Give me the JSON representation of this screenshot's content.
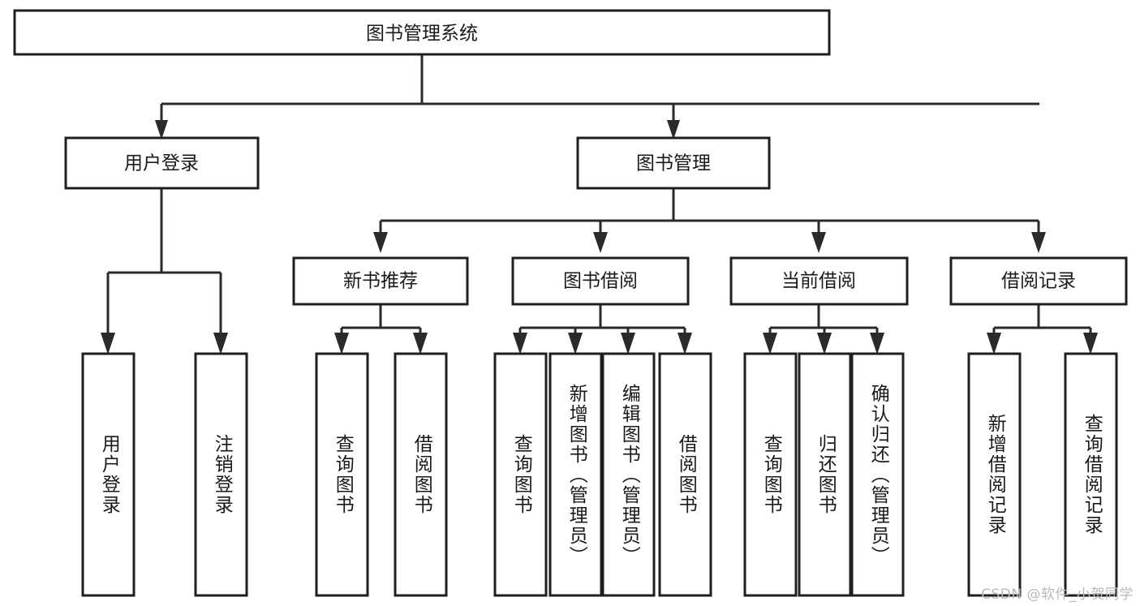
{
  "diagram": {
    "type": "tree-hierarchy",
    "title": "图书管理系统",
    "watermark": "CSDN @软件_小贺同学",
    "colors": {
      "background": "#ffffff",
      "box_fill": "#ffffff",
      "box_stroke": "#1f1f1f",
      "connector": "#2a2a2a",
      "text": "#1a1a1a",
      "watermark": "#b9b9b9"
    },
    "levels": {
      "root": "图书管理系统",
      "level2": [
        "用户登录",
        "图书管理"
      ],
      "level3": [
        "新书推荐",
        "图书借阅",
        "当前借阅",
        "借阅记录"
      ]
    },
    "nodes": {
      "root": {
        "id": "root",
        "label": "图书管理系统",
        "orientation": "horizontal"
      },
      "n_user_login": {
        "id": "n_user_login",
        "label": "用户登录",
        "orientation": "horizontal"
      },
      "n_book_mgmt": {
        "id": "n_book_mgmt",
        "label": "图书管理",
        "orientation": "horizontal"
      },
      "n_new_book_rec": {
        "id": "n_new_book_rec",
        "label": "新书推荐",
        "orientation": "horizontal"
      },
      "n_book_borrow": {
        "id": "n_book_borrow",
        "label": "图书借阅",
        "orientation": "horizontal"
      },
      "n_current_borrow": {
        "id": "n_current_borrow",
        "label": "当前借阅",
        "orientation": "horizontal"
      },
      "n_borrow_record": {
        "id": "n_borrow_record",
        "label": "借阅记录",
        "orientation": "horizontal"
      },
      "leaf_1": {
        "id": "leaf_1",
        "label": "用户登录",
        "parent": "用户登录",
        "orientation": "vertical"
      },
      "leaf_2": {
        "id": "leaf_2",
        "label": "注销登录",
        "parent": "用户登录",
        "orientation": "vertical"
      },
      "leaf_3": {
        "id": "leaf_3",
        "label": "查询图书",
        "parent": "新书推荐",
        "orientation": "vertical"
      },
      "leaf_4": {
        "id": "leaf_4",
        "label": "借阅图书",
        "parent": "新书推荐",
        "orientation": "vertical"
      },
      "leaf_5": {
        "id": "leaf_5",
        "label": "查询图书",
        "parent": "图书借阅",
        "orientation": "vertical"
      },
      "leaf_6": {
        "id": "leaf_6",
        "label": "新增图书（管理员）",
        "parent": "图书借阅",
        "orientation": "vertical"
      },
      "leaf_7": {
        "id": "leaf_7",
        "label": "编辑图书（管理员）",
        "parent": "图书借阅",
        "orientation": "vertical"
      },
      "leaf_8": {
        "id": "leaf_8",
        "label": "借阅图书",
        "parent": "图书借阅",
        "orientation": "vertical"
      },
      "leaf_9": {
        "id": "leaf_9",
        "label": "查询图书",
        "parent": "当前借阅",
        "orientation": "vertical"
      },
      "leaf_10": {
        "id": "leaf_10",
        "label": "归还图书",
        "parent": "当前借阅",
        "orientation": "vertical"
      },
      "leaf_11": {
        "id": "leaf_11",
        "label": "确认归还（管理员）",
        "parent": "当前借阅",
        "orientation": "vertical"
      },
      "leaf_12": {
        "id": "leaf_12",
        "label": "新增借阅记录",
        "parent": "借阅记录",
        "orientation": "vertical"
      },
      "leaf_13": {
        "id": "leaf_13",
        "label": "查询借阅记录",
        "parent": "借阅记录",
        "orientation": "vertical"
      }
    }
  }
}
